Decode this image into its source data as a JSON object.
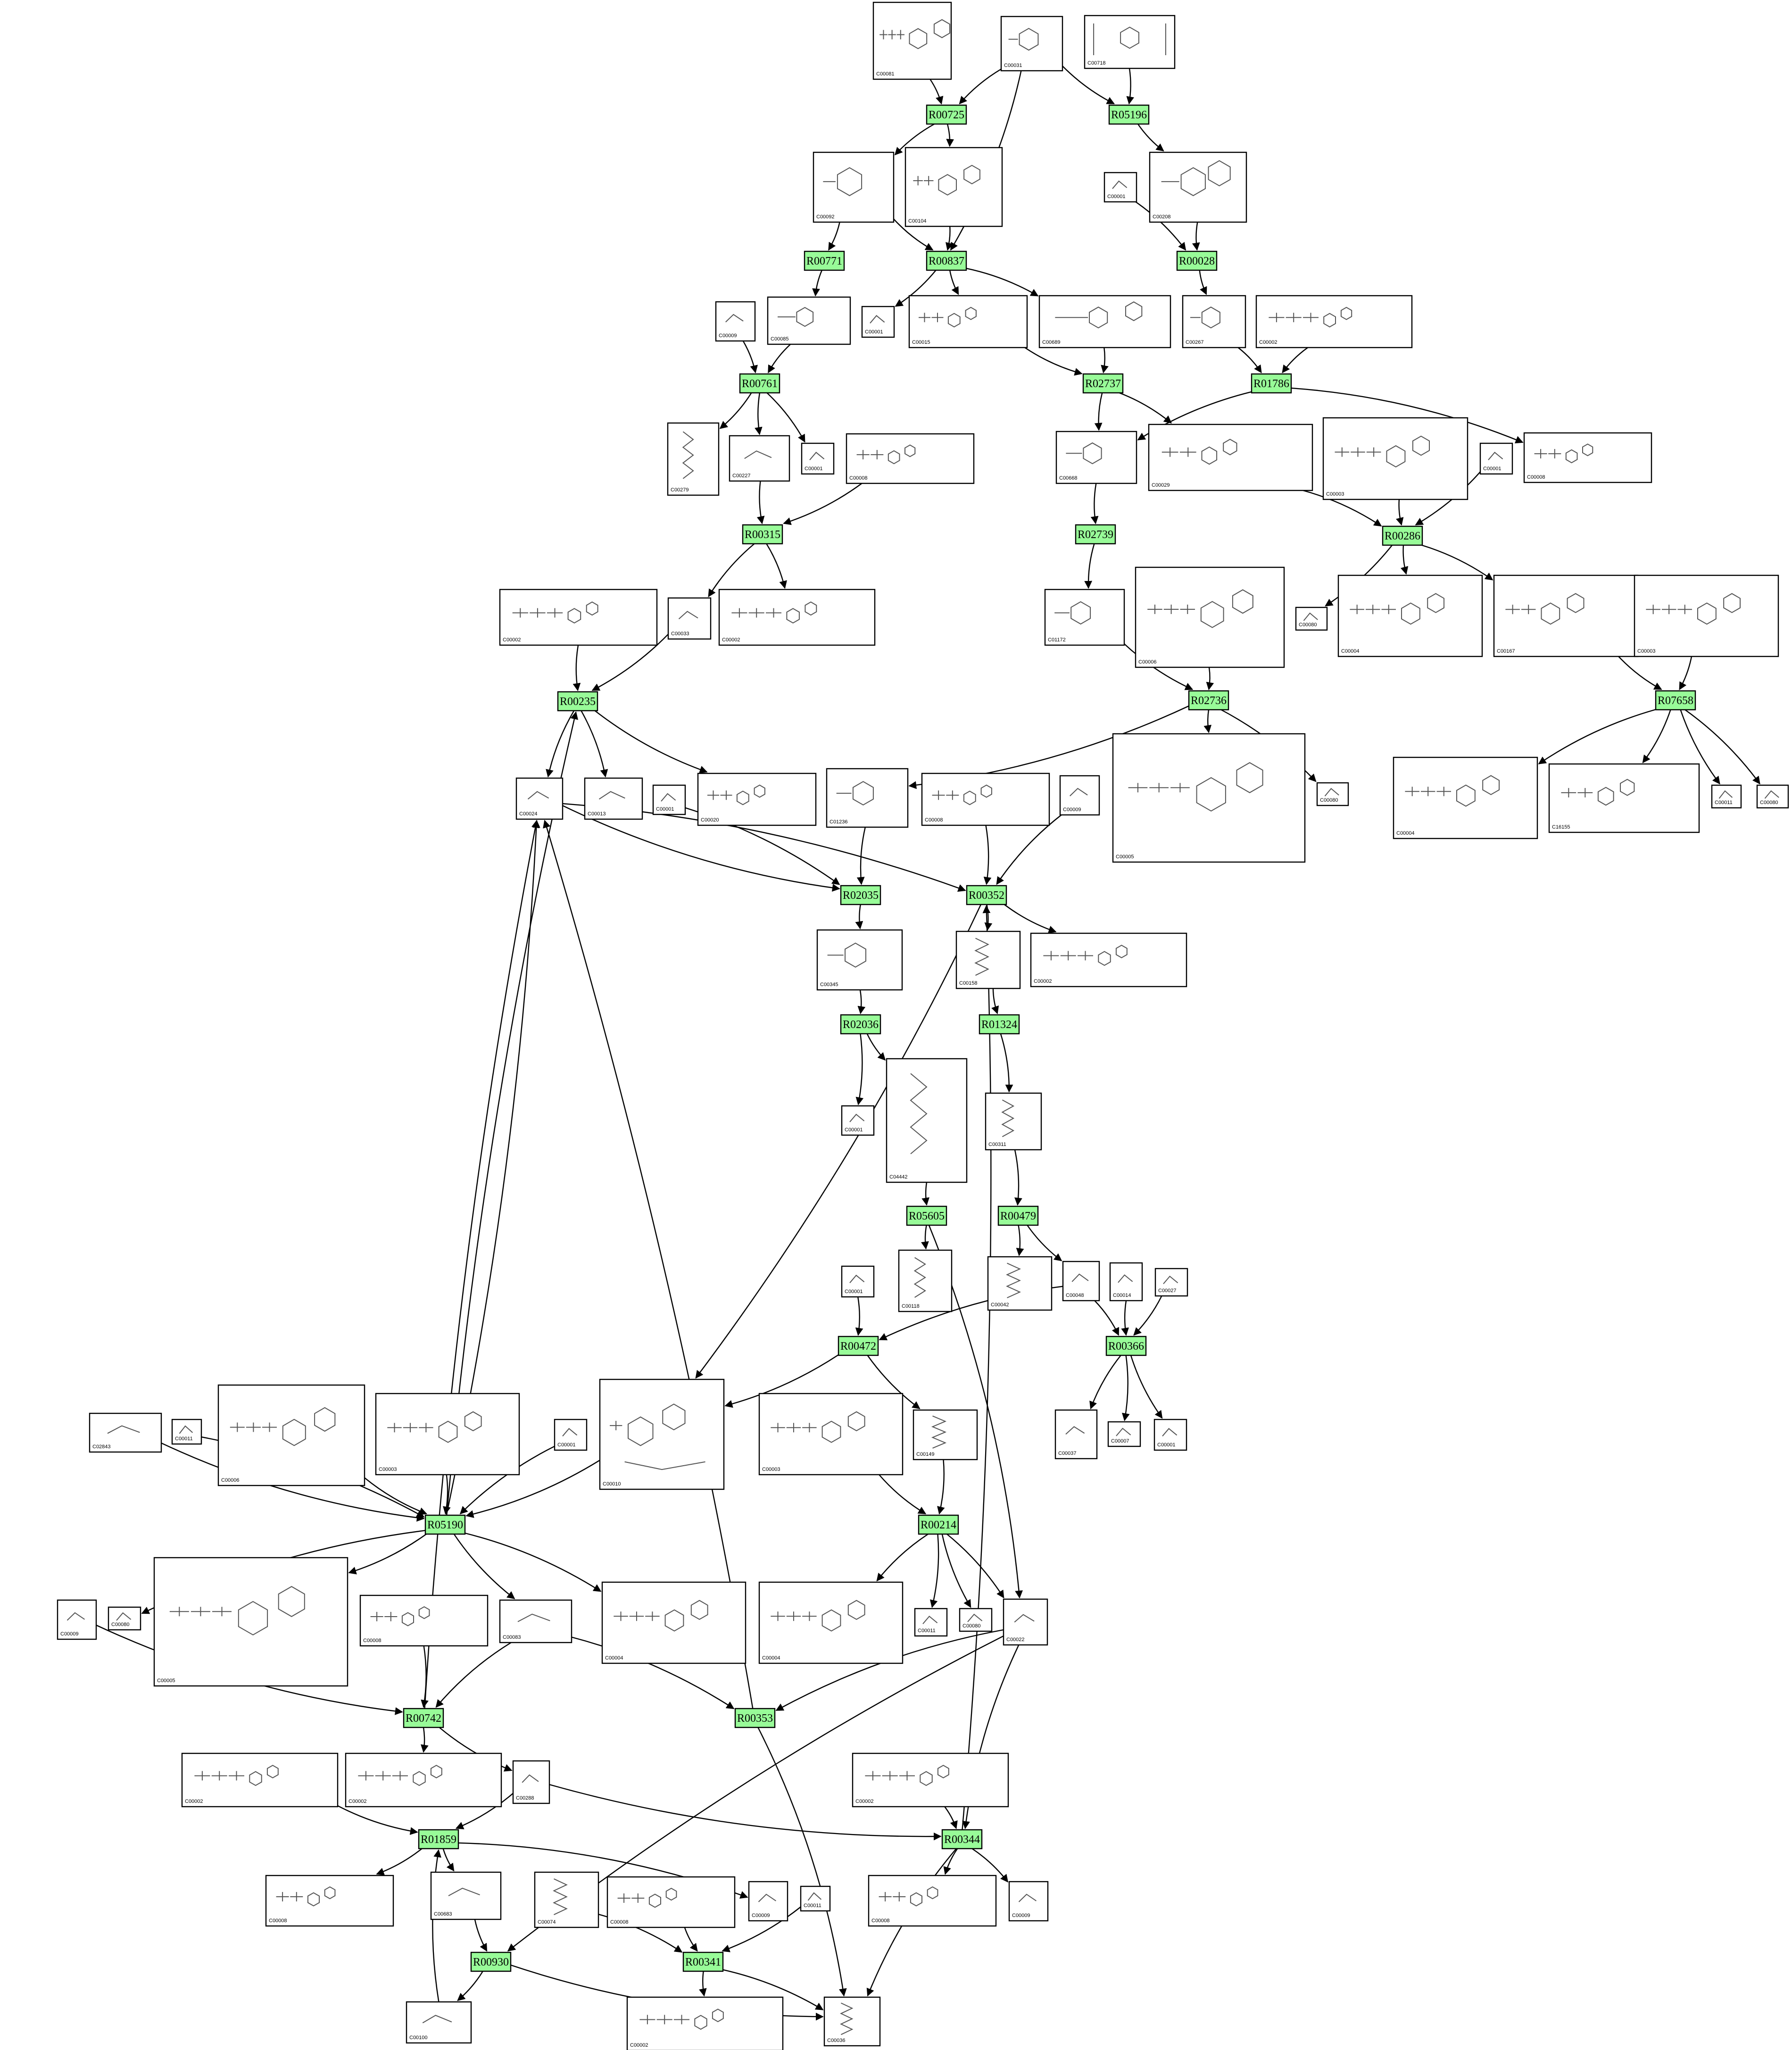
{
  "diagram": {
    "colors": {
      "reaction_fill": "#98fb98",
      "compound_fill": "#ffffff",
      "edge": "#000000"
    },
    "reactions": [
      {
        "id": "R00725",
        "label": "R00725"
      },
      {
        "id": "R05196",
        "label": "R05196"
      },
      {
        "id": "R00771",
        "label": "R00771"
      },
      {
        "id": "R00837",
        "label": "R00837"
      },
      {
        "id": "R00028",
        "label": "R00028"
      },
      {
        "id": "R00761",
        "label": "R00761"
      },
      {
        "id": "R02737",
        "label": "R02737"
      },
      {
        "id": "R01786",
        "label": "R01786"
      },
      {
        "id": "R00315",
        "label": "R00315"
      },
      {
        "id": "R02739",
        "label": "R02739"
      },
      {
        "id": "R00286",
        "label": "R00286"
      },
      {
        "id": "R00235",
        "label": "R00235"
      },
      {
        "id": "R02736",
        "label": "R02736"
      },
      {
        "id": "R07658",
        "label": "R07658"
      },
      {
        "id": "R02035",
        "label": "R02035"
      },
      {
        "id": "R00352",
        "label": "R00352"
      },
      {
        "id": "R02036",
        "label": "R02036"
      },
      {
        "id": "R01324",
        "label": "R01324"
      },
      {
        "id": "R05605",
        "label": "R05605"
      },
      {
        "id": "R00479",
        "label": "R00479"
      },
      {
        "id": "R00472",
        "label": "R00472"
      },
      {
        "id": "R00366",
        "label": "R00366"
      },
      {
        "id": "R05190",
        "label": "R05190"
      },
      {
        "id": "R00214",
        "label": "R00214"
      },
      {
        "id": "R00742",
        "label": "R00742"
      },
      {
        "id": "R00353",
        "label": "R00353"
      },
      {
        "id": "R01859",
        "label": "R01859"
      },
      {
        "id": "R00344",
        "label": "R00344"
      },
      {
        "id": "R00930",
        "label": "R00930"
      },
      {
        "id": "R00341",
        "label": "R00341"
      }
    ],
    "compounds": [
      {
        "id": "c00081",
        "label": "C00081"
      },
      {
        "id": "c00031a",
        "label": "C00031"
      },
      {
        "id": "c00718",
        "label": "C00718"
      },
      {
        "id": "c00092",
        "label": "C00092"
      },
      {
        "id": "c00104",
        "label": "C00104"
      },
      {
        "id": "c00001a",
        "label": "C00001"
      },
      {
        "id": "c00208",
        "label": "C00208"
      },
      {
        "id": "c00009a",
        "label": "C00009"
      },
      {
        "id": "c00085",
        "label": "C00085"
      },
      {
        "id": "c00001b",
        "label": "C00001"
      },
      {
        "id": "c00015",
        "label": "C00015"
      },
      {
        "id": "c00689",
        "label": "C00689"
      },
      {
        "id": "c00267",
        "label": "C00267"
      },
      {
        "id": "c00002a",
        "label": "C00002"
      },
      {
        "id": "c00279",
        "label": "C00279"
      },
      {
        "id": "c00227",
        "label": "C00227"
      },
      {
        "id": "c00001c",
        "label": "C00001"
      },
      {
        "id": "c00008a",
        "label": "C00008"
      },
      {
        "id": "c00668",
        "label": "C00668"
      },
      {
        "id": "c00029",
        "label": "C00029"
      },
      {
        "id": "c00003a",
        "label": "C00003"
      },
      {
        "id": "c00001d",
        "label": "C00001"
      },
      {
        "id": "c00008b",
        "label": "C00008"
      },
      {
        "id": "c00002b",
        "label": "C00002"
      },
      {
        "id": "c00033",
        "label": "C00033"
      },
      {
        "id": "c00002c",
        "label": "C00002"
      },
      {
        "id": "c01172",
        "label": "C01172"
      },
      {
        "id": "c00006a",
        "label": "C00006"
      },
      {
        "id": "c00080a",
        "label": "C00080"
      },
      {
        "id": "c00004a",
        "label": "C00004"
      },
      {
        "id": "c00167",
        "label": "C00167"
      },
      {
        "id": "c00003b",
        "label": "C00003"
      },
      {
        "id": "c00024",
        "label": "C00024"
      },
      {
        "id": "c00013",
        "label": "C00013"
      },
      {
        "id": "c00001e",
        "label": "C00001"
      },
      {
        "id": "c00020",
        "label": "C00020"
      },
      {
        "id": "c01236",
        "label": "C01236"
      },
      {
        "id": "c00008c",
        "label": "C00008"
      },
      {
        "id": "c00009b",
        "label": "C00009"
      },
      {
        "id": "c00005a",
        "label": "C00005"
      },
      {
        "id": "c00080b",
        "label": "C00080"
      },
      {
        "id": "c00004b",
        "label": "C00004"
      },
      {
        "id": "c16155",
        "label": "C16155"
      },
      {
        "id": "c00011a",
        "label": "C00011"
      },
      {
        "id": "c00080c",
        "label": "C00080"
      },
      {
        "id": "c00345",
        "label": "C00345"
      },
      {
        "id": "c00158",
        "label": "C00158"
      },
      {
        "id": "c00002d",
        "label": "C00002"
      },
      {
        "id": "c00001f",
        "label": "C00001"
      },
      {
        "id": "c04442",
        "label": "C04442"
      },
      {
        "id": "c00311",
        "label": "C00311"
      },
      {
        "id": "c00118",
        "label": "C00118"
      },
      {
        "id": "c00001g",
        "label": "C00001"
      },
      {
        "id": "c00042",
        "label": "C00042"
      },
      {
        "id": "c00048",
        "label": "C00048"
      },
      {
        "id": "c00014",
        "label": "C00014"
      },
      {
        "id": "c00027",
        "label": "C00027"
      },
      {
        "id": "c02843",
        "label": "C02843"
      },
      {
        "id": "c00011b",
        "label": "C00011"
      },
      {
        "id": "c00006b",
        "label": "C00006"
      },
      {
        "id": "c00003c",
        "label": "C00003"
      },
      {
        "id": "c00001h",
        "label": "C00001"
      },
      {
        "id": "c00010",
        "label": "C00010"
      },
      {
        "id": "c00003d",
        "label": "C00003"
      },
      {
        "id": "c00149",
        "label": "C00149"
      },
      {
        "id": "c00037",
        "label": "C00037"
      },
      {
        "id": "c00007",
        "label": "C00007"
      },
      {
        "id": "c00001i",
        "label": "C00001"
      },
      {
        "id": "c00009c",
        "label": "C00009"
      },
      {
        "id": "c00080d",
        "label": "C00080"
      },
      {
        "id": "c00005b",
        "label": "C00005"
      },
      {
        "id": "c00008d",
        "label": "C00008"
      },
      {
        "id": "c00083",
        "label": "C00083"
      },
      {
        "id": "c00004c",
        "label": "C00004"
      },
      {
        "id": "c00004d",
        "label": "C00004"
      },
      {
        "id": "c00011c",
        "label": "C00011"
      },
      {
        "id": "c00080e",
        "label": "C00080"
      },
      {
        "id": "c00022",
        "label": "C00022"
      },
      {
        "id": "c00002e",
        "label": "C00002"
      },
      {
        "id": "c00002f",
        "label": "C00002"
      },
      {
        "id": "c00288",
        "label": "C00288"
      },
      {
        "id": "c00002g",
        "label": "C00002"
      },
      {
        "id": "c00008e",
        "label": "C00008"
      },
      {
        "id": "c00683",
        "label": "C00683"
      },
      {
        "id": "c00009d",
        "label": "C00009"
      },
      {
        "id": "c00074",
        "label": "C00074"
      },
      {
        "id": "c00008f",
        "label": "C00008"
      },
      {
        "id": "c00009e",
        "label": "C00009"
      },
      {
        "id": "c00011d",
        "label": "C00011"
      },
      {
        "id": "c00008g",
        "label": "C00008"
      },
      {
        "id": "c00009f",
        "label": "C00009"
      },
      {
        "id": "c00100",
        "label": "C00100"
      },
      {
        "id": "c00002h",
        "label": "C00002"
      },
      {
        "id": "c00036",
        "label": "C00036"
      }
    ]
  }
}
